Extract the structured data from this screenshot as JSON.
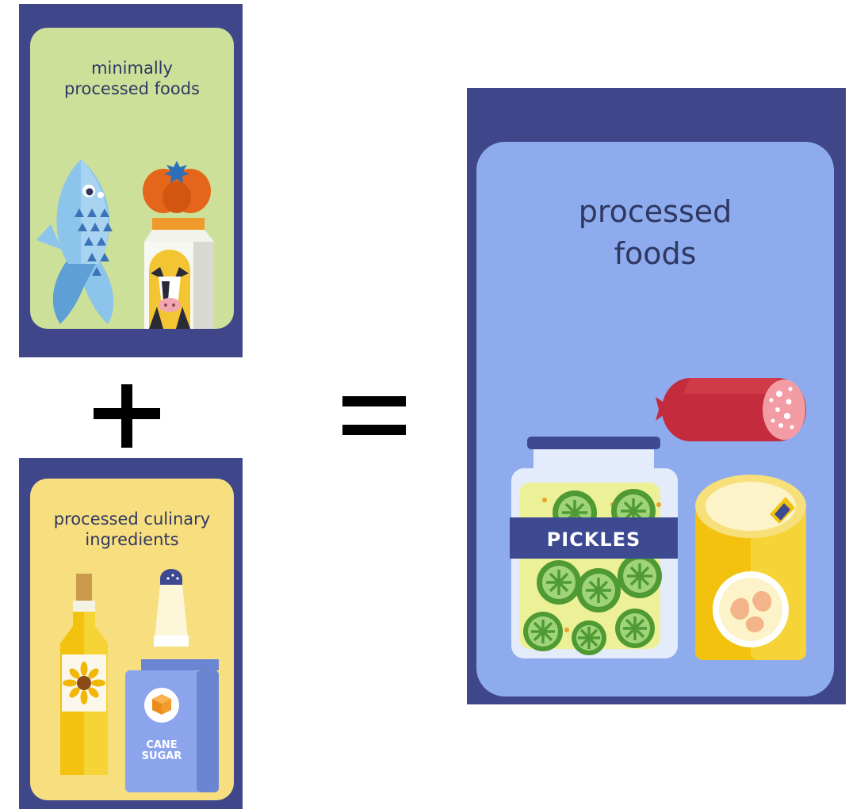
{
  "cards": {
    "minimally_processed": {
      "title_line1": "minimally",
      "title_line2": "processed foods"
    },
    "culinary_ingredients": {
      "title_line1": "processed culinary",
      "title_line2": "ingredients",
      "sugar_label_line1": "CANE",
      "sugar_label_line2": "SUGAR"
    },
    "processed_foods": {
      "title_line1": "processed",
      "title_line2": "foods",
      "jar_label": "PICKLES"
    }
  },
  "operators": {
    "plus": "+",
    "equals": "="
  },
  "colors": {
    "frame": "#3f478a",
    "green_card": "#cde09a",
    "yellow_card": "#f7df80",
    "blue_card": "#8eaced",
    "title_text": "#2f3763"
  }
}
